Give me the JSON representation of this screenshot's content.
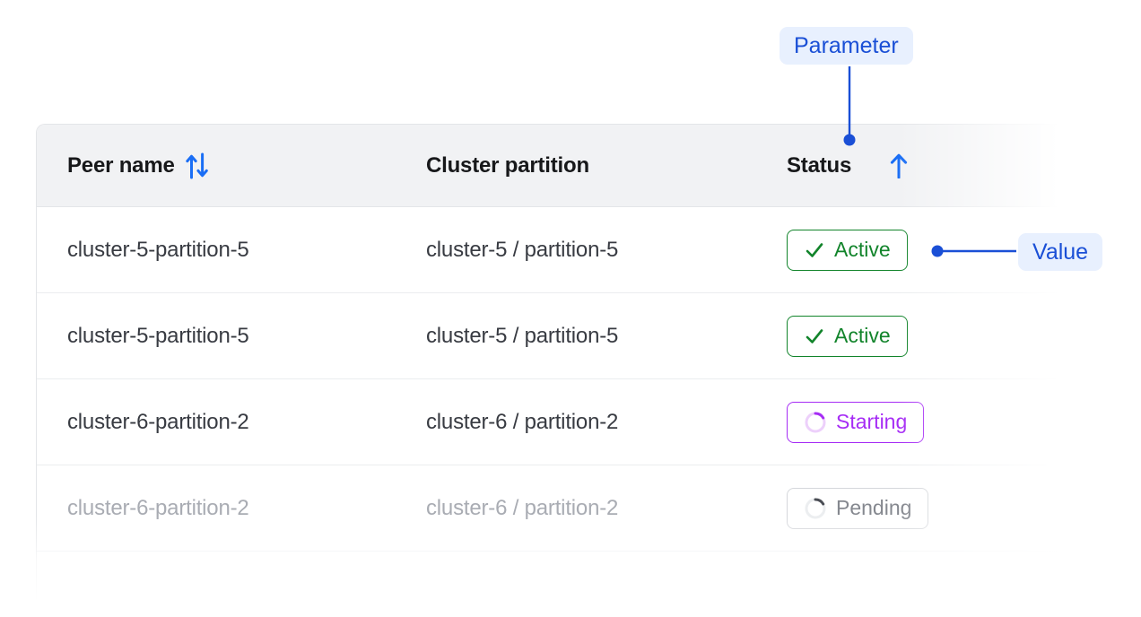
{
  "table": {
    "columns": [
      {
        "key": "peer",
        "label": "Peer name",
        "sort_icon": "sort-up-down-icon"
      },
      {
        "key": "part",
        "label": "Cluster partition",
        "sort_icon": null
      },
      {
        "key": "status",
        "label": "Status",
        "sort_icon": "sort-up-icon"
      }
    ],
    "rows": [
      {
        "peer": "cluster-5-partition-5",
        "part": "cluster-5 / partition-5",
        "status": "Active",
        "status_kind": "active",
        "muted": false
      },
      {
        "peer": "cluster-5-partition-5",
        "part": "cluster-5 / partition-5",
        "status": "Active",
        "status_kind": "active",
        "muted": false
      },
      {
        "peer": "cluster-6-partition-2",
        "part": "cluster-6 / partition-2",
        "status": "Starting",
        "status_kind": "starting",
        "muted": false
      },
      {
        "peer": "cluster-6-partition-2",
        "part": "cluster-6 / partition-2",
        "status": "Pending",
        "status_kind": "pending",
        "muted": true
      }
    ]
  },
  "annotations": {
    "parameter": {
      "label": "Parameter"
    },
    "value": {
      "label": "Value"
    }
  },
  "colors": {
    "accent_blue": "#1a4fd6",
    "sort_blue": "#1a6ef5",
    "annotation_bg": "#e8f0fe",
    "active_green": "#12842b",
    "starting_purple": "#a62cf5",
    "pending_gray": "#85888f",
    "header_bg": "#f1f2f4",
    "row_text": "#383b42",
    "muted_text": "#a9acb3",
    "border": "#e3e5e8"
  }
}
